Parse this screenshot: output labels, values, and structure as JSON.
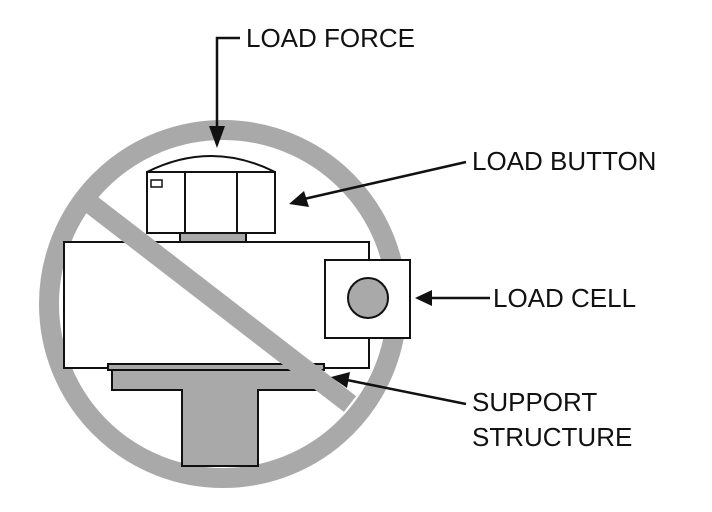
{
  "labels": {
    "load_force": "LOAD FORCE",
    "load_button": "LOAD BUTTON",
    "load_cell": "LOAD CELL",
    "support_line1": "SUPPORT",
    "support_line2": "STRUCTURE"
  },
  "colors": {
    "prohibition_symbol": "#a9a9a9",
    "support_structure": "#a9a9a9",
    "line": "#111111",
    "background": "#ffffff"
  },
  "symbols": {
    "prohibition": "prohibition-circle-slash-icon"
  }
}
